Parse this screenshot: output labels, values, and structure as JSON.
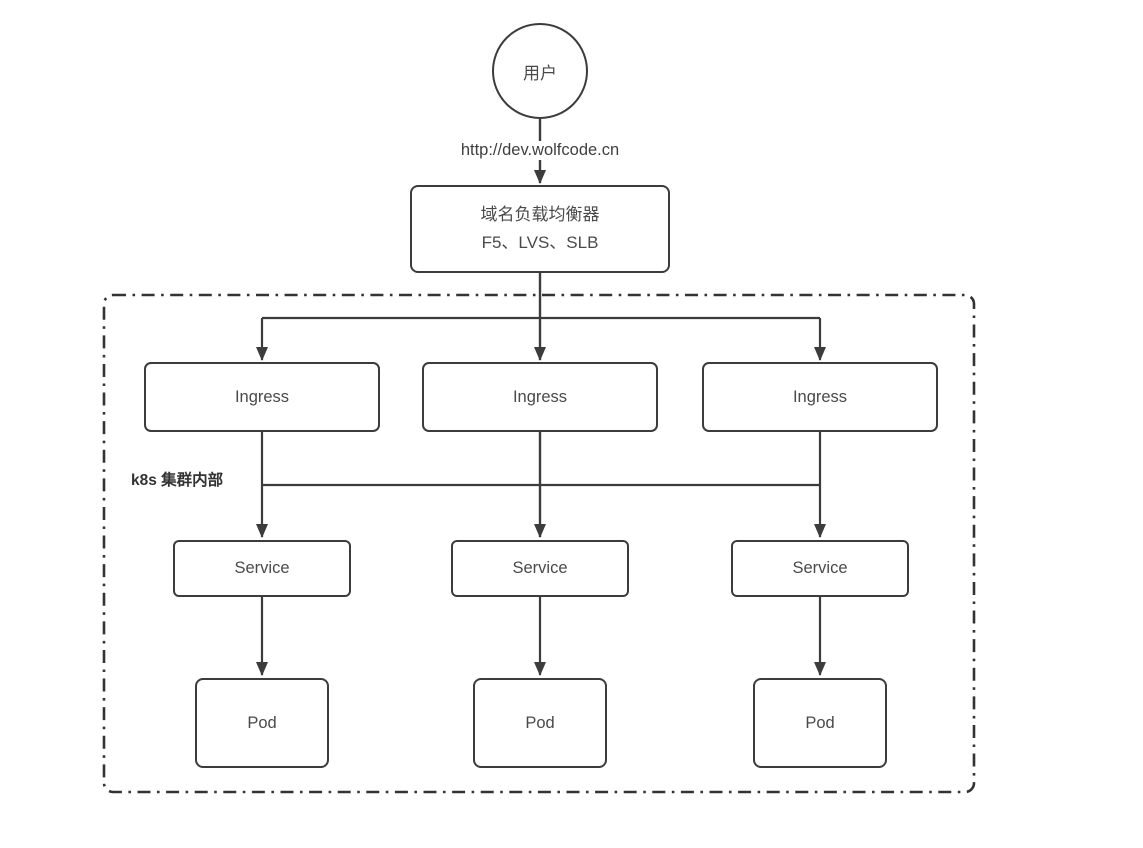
{
  "colors": {
    "line": "#3c3c3c",
    "text": "#4a4a4a",
    "background": "#ffffff"
  },
  "labels": {
    "url": "http://dev.wolfcode.cn",
    "cluster": "k8s 集群内部"
  },
  "nodes": {
    "user": {
      "label": "用户"
    },
    "load_balancer": {
      "line1": "域名负载均衡器",
      "line2": "F5、LVS、SLB"
    },
    "ingress": [
      {
        "label": "Ingress"
      },
      {
        "label": "Ingress"
      },
      {
        "label": "Ingress"
      }
    ],
    "service": [
      {
        "label": "Service"
      },
      {
        "label": "Service"
      },
      {
        "label": "Service"
      }
    ],
    "pod": [
      {
        "label": "Pod"
      },
      {
        "label": "Pod"
      },
      {
        "label": "Pod"
      }
    ]
  }
}
